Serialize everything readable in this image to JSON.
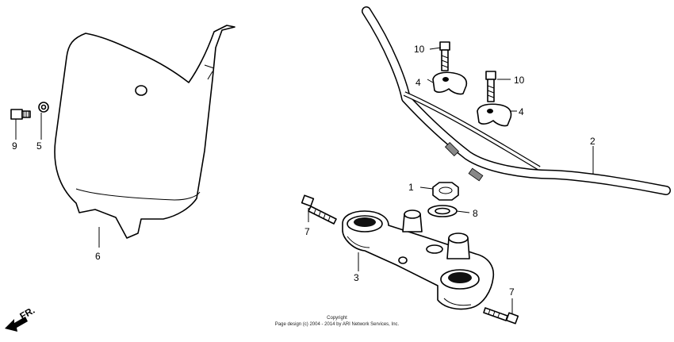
{
  "callouts": {
    "c1": "1",
    "c2": "2",
    "c3": "3",
    "c4a": "4",
    "c4b": "4",
    "c5": "5",
    "c6": "6",
    "c7a": "7",
    "c7b": "7",
    "c8": "8",
    "c9": "9",
    "c10a": "10",
    "c10b": "10"
  },
  "direction_label": "FR.",
  "copyright": {
    "line1": "Copyright",
    "line2": "Page design (c) 2004 - 2014 by ARI Network Services, Inc."
  }
}
